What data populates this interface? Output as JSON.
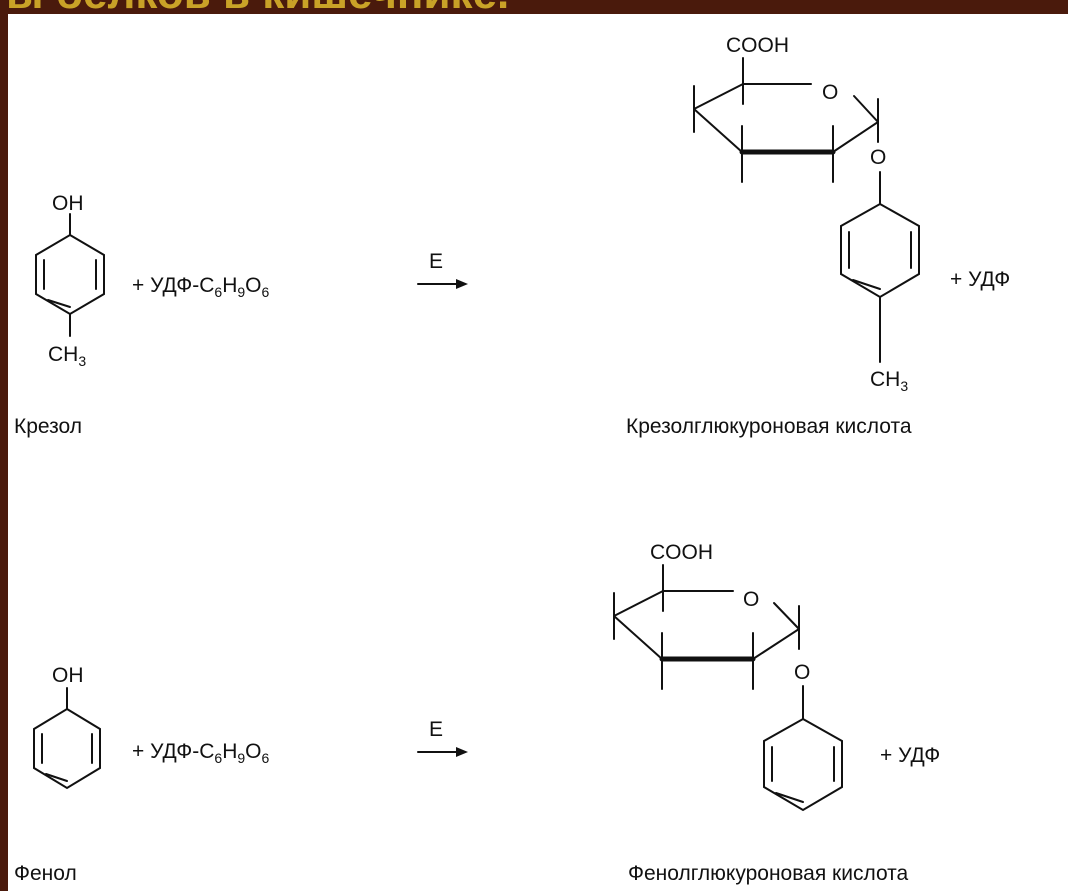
{
  "slide_title": "ы белков в кишечнике.",
  "reactions": [
    {
      "reactant": {
        "group_top": "OH",
        "group_bottom": "CH",
        "group_bottom_sub": "3",
        "name": "Крезол"
      },
      "reagent": {
        "prefix": "+ УДФ-С",
        "s1": "6",
        "h": "H",
        "s2": "9",
        "o": "O",
        "s3": "6"
      },
      "enzyme": "E",
      "product": {
        "cooh": "COOH",
        "ring_o": "O",
        "link_o": "O",
        "group_bottom": "CH",
        "group_bottom_sub": "3",
        "byproduct": "+ УДФ",
        "name": "Крезолглюкуроновая кислота"
      }
    },
    {
      "reactant": {
        "group_top": "OH",
        "name": "Фенол"
      },
      "reagent": {
        "prefix": "+ УДФ-С",
        "s1": "6",
        "h": "H",
        "s2": "9",
        "o": "O",
        "s3": "6"
      },
      "enzyme": "E",
      "product": {
        "cooh": "COOH",
        "ring_o": "O",
        "link_o": "O",
        "byproduct": "+ УДФ",
        "name": "Фенолглюкуроновая кислота"
      }
    }
  ]
}
